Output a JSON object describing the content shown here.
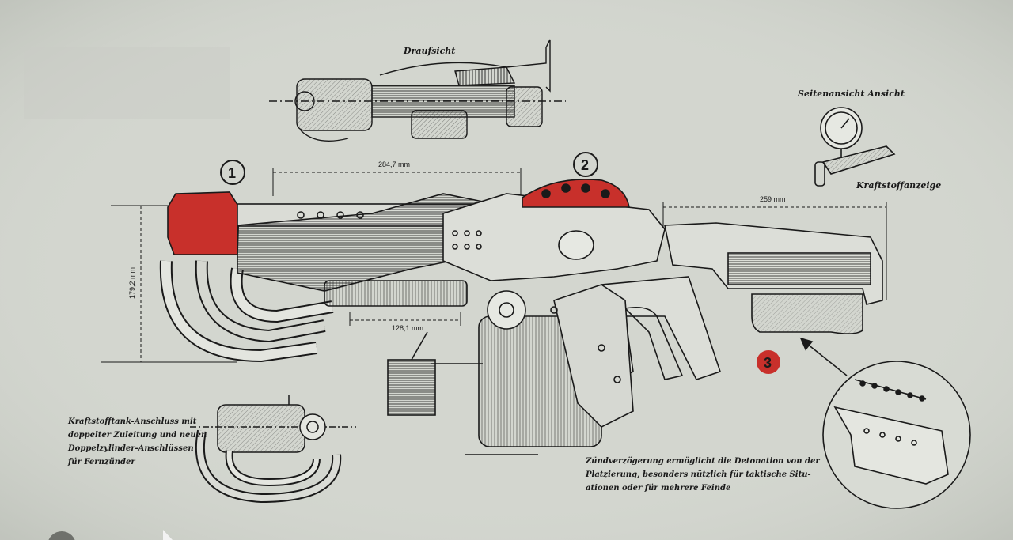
{
  "labels": {
    "top_view": "Draufsicht",
    "gauge_title": "Seitenansicht Ansicht",
    "gauge_caption": "Kraftstoffanzeige",
    "left_note": [
      "Kraftstofftank-Anschluss mit",
      "doppelter Zuleitung und neuen",
      "Doppelzylinder-Anschlüssen",
      "für Fernzünder"
    ],
    "bottom_note": [
      "Zündverzögerung ermöglicht die Detonation von der",
      "Platzierung, besonders nützlich für taktische Situ-",
      "ationen oder für mehrere Feinde"
    ]
  },
  "dimensions": {
    "barrel_length": "284,7 mm",
    "stock_length": "259 mm",
    "height": "179,2 mm",
    "pipe_length": "128,1 mm"
  },
  "callouts": {
    "c1": "1",
    "c2": "2",
    "c3": "3"
  },
  "colors": {
    "paper": "#d3d6cf",
    "ink": "#1a1a1a",
    "accent_red": "#c8302b"
  }
}
